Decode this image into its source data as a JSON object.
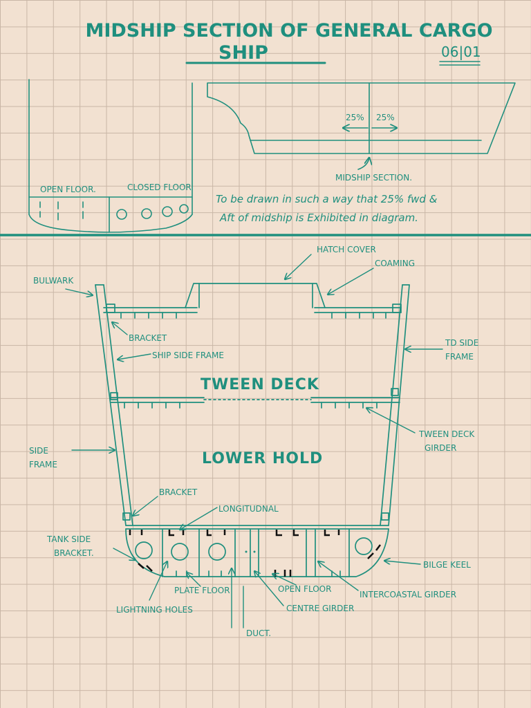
{
  "title_line1": "MIDSHIP SECTION OF GENERAL CARGO",
  "title_line2": "SHIP",
  "date": "06|01",
  "top_labels": {
    "open_floor": "OPEN FLOOR.",
    "closed_floor": "CLOSED FLOOR",
    "fwd_pct": "25%",
    "aft_pct": "25%",
    "midship_section": "MIDSHIP SECTION.",
    "note_line1": "To be drawn in such a way that 25% fwd &",
    "note_line2": "Aft of midship is Exhibited in diagram."
  },
  "section_labels": {
    "hatch_cover": "HATCH COVER",
    "coaming": "COAMING",
    "bulwark": "BULWARK",
    "bracket_top": "BRACKET",
    "ship_side_frame": "SHIP SIDE FRAME",
    "td_side_frame_1": "TD SIDE",
    "td_side_frame_2": "FRAME",
    "tween_deck": "TWEEN DECK",
    "tween_deck_girder_1": "TWEEN DECK",
    "tween_deck_girder_2": "GIRDER",
    "side_frame_1": "SIDE",
    "side_frame_2": "FRAME",
    "lower_hold": "LOWER HOLD",
    "bracket_bottom": "BRACKET",
    "longitudinal": "LONGITUDNAL",
    "tank_side_bracket_1": "TANK SIDE",
    "tank_side_bracket_2": "BRACKET.",
    "bilge_keel": "BILGE KEEL",
    "plate_floor": "PLATE FLOOR",
    "open_floor": "OPEN FLOOR",
    "intercostal_girder": "INTERCOASTAL GIRDER",
    "lightning_holes": "LIGHTNING HOLES",
    "centre_girder": "CENTRE GIRDER",
    "duct": "DUCT."
  },
  "colors": {
    "ink": "#1f8f7e",
    "paper": "#f2e1d1",
    "grid": "#c9b6a6",
    "black_ink": "#111111"
  }
}
